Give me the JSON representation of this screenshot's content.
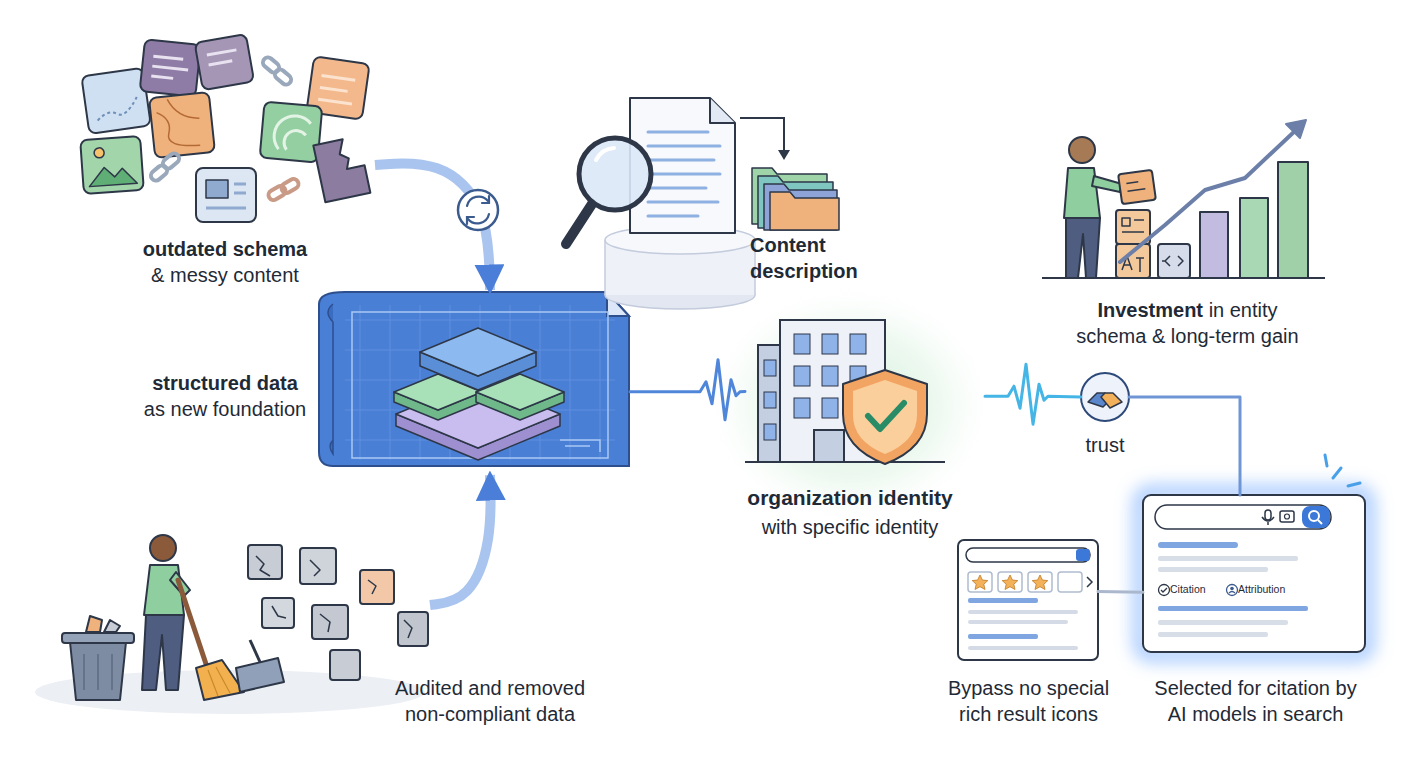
{
  "diagram": {
    "nodes": [
      {
        "text": [
          "outdated schema",
          "& messy content"
        ]
      },
      {
        "text": [
          "Content description"
        ]
      },
      {
        "text": [
          "Investment",
          "in entity schema & long-term gain"
        ]
      },
      {
        "text": [
          "structured data",
          "as new foundation"
        ]
      },
      {
        "text": [
          "organization identity",
          "with specific identity"
        ]
      },
      {
        "text": [
          "trust"
        ]
      },
      {
        "text": [
          "Audited and removed non-compliant data"
        ]
      },
      {
        "text": [
          "Bypass no special rich result icons"
        ]
      },
      {
        "text": [
          "Selected for citation by AI models in search",
          "Citation",
          "Attribution"
        ]
      }
    ],
    "edges": [
      {
        "from": 0,
        "to": 3,
        "arrow": "to"
      },
      {
        "from": 6,
        "to": 3,
        "arrow": "to"
      },
      {
        "from": 3,
        "to": 4,
        "arrow": "none"
      },
      {
        "from": 4,
        "to": 5,
        "arrow": "none"
      },
      {
        "from": 5,
        "to": 8,
        "arrow": "none"
      },
      {
        "from": 7,
        "to": 8,
        "arrow": "none"
      }
    ]
  }
}
